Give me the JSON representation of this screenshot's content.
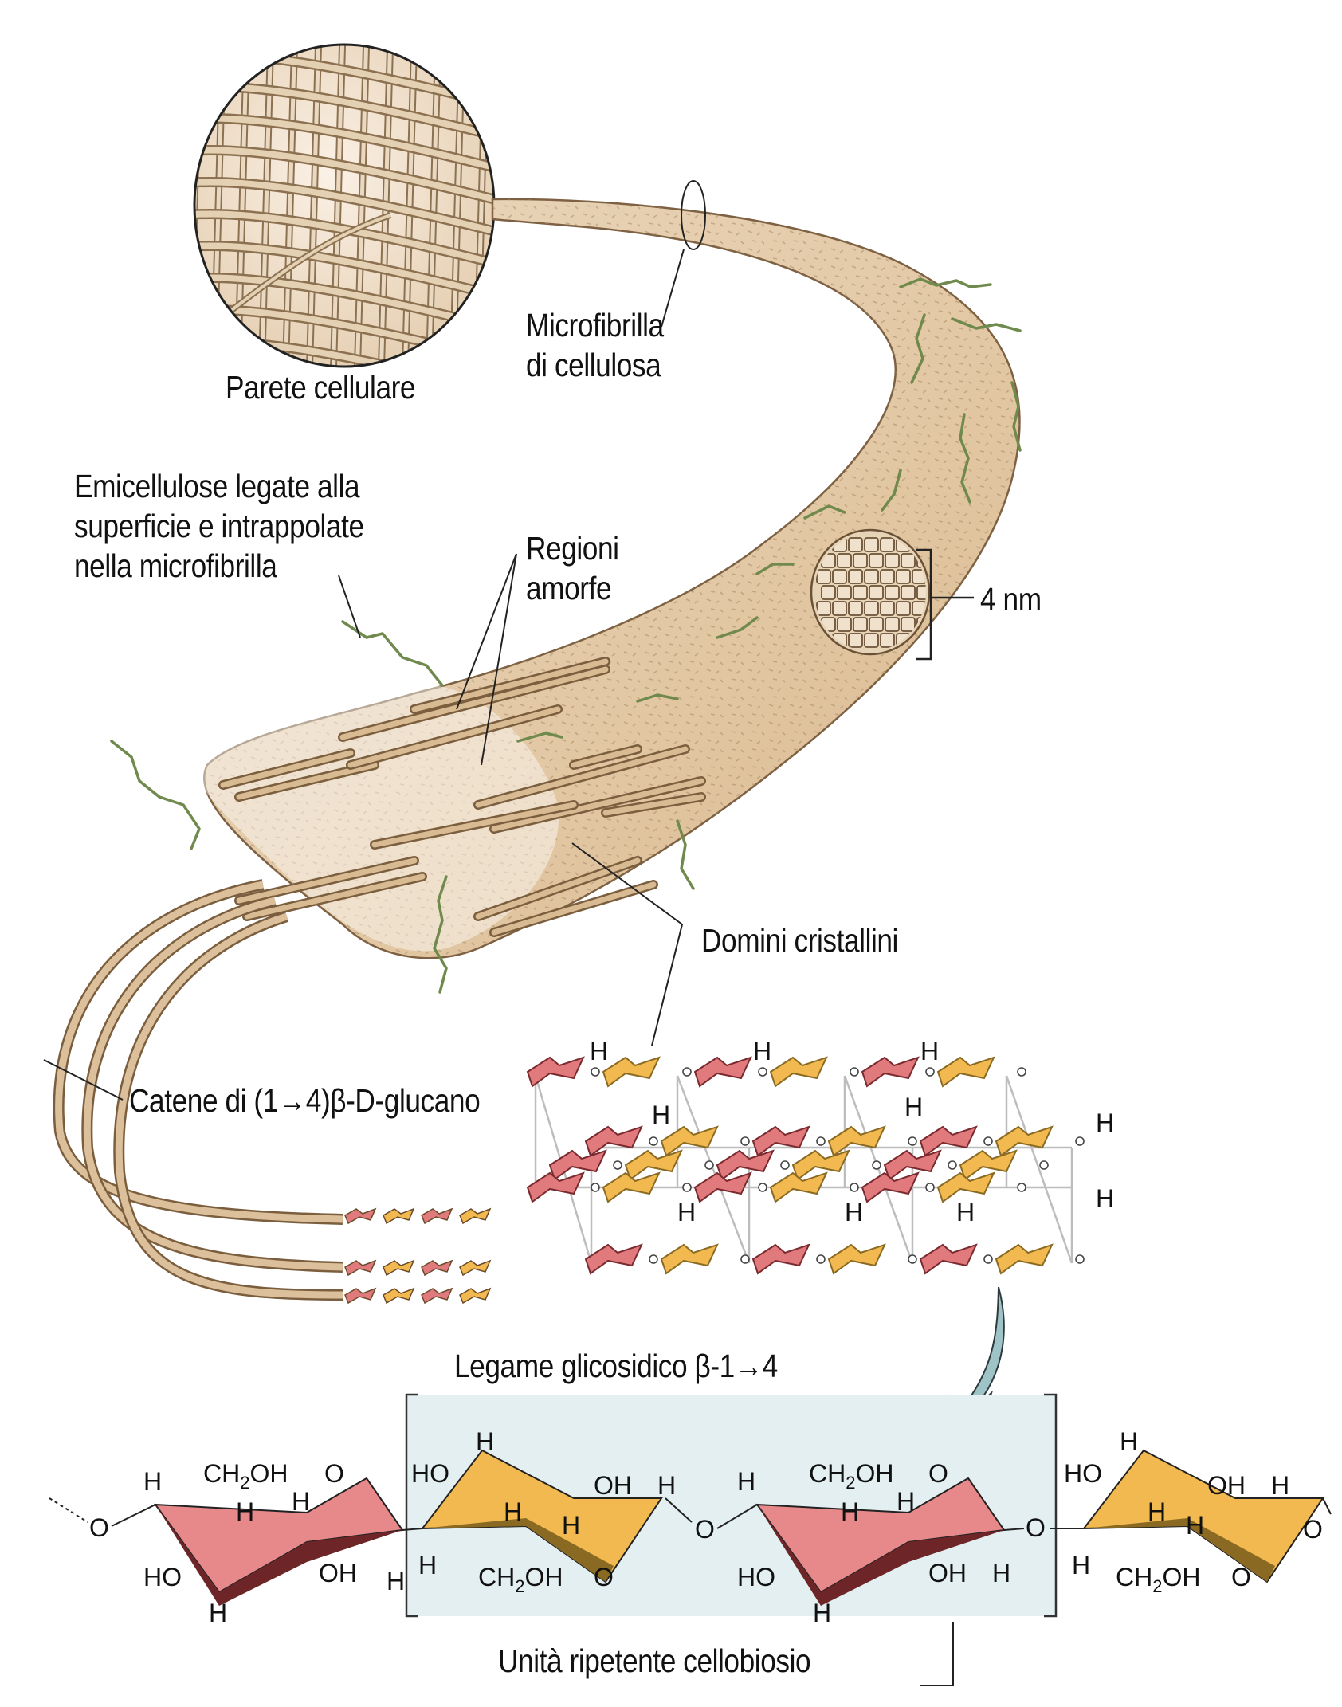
{
  "figure": {
    "title": "Struttura della microfibrilla di cellulosa",
    "colors": {
      "fiber": "#e3c9a6",
      "fiber_edge": "#8a6d4a",
      "hemicellulose": "#6f8a4c",
      "glucose_red": "#e07a7d",
      "glucose_red_dark": "#7a2a2e",
      "glucose_yellow": "#f1b94f",
      "glucose_yellow_dark": "#8a6a22",
      "cellobiose_box": "#e3eff1",
      "arrow": "#9fc4c8"
    }
  },
  "labels": {
    "cell_wall": "Parete cellulare",
    "microfibril_line1": "Microfibrilla",
    "microfibril_line2": "di cellulosa",
    "hemicellulose_line1": "Emicellulose legate alla",
    "hemicellulose_line2": "superficie e intrappolate",
    "hemicellulose_line3": "nella microfibrilla",
    "amorphous_line1": "Regioni",
    "amorphous_line2": "amorfe",
    "diameter": "4 nm",
    "crystalline": "Domini cristallini",
    "glucan_chains": "Catene di (1→4)β-D-glucano",
    "glycosidic_bond": "Legame glicosidico β-1→4",
    "cellobiose_unit": "Unità ripetente cellobiosio"
  },
  "crystal_lattice": {
    "h_label": "H"
  },
  "chemistry": {
    "atoms": {
      "H": "H",
      "O": "O",
      "OH": "OH",
      "HO": "HO",
      "CH2OH_main": "CH",
      "CH2OH_sub": "2",
      "CH2OH_tail": "OH"
    }
  }
}
